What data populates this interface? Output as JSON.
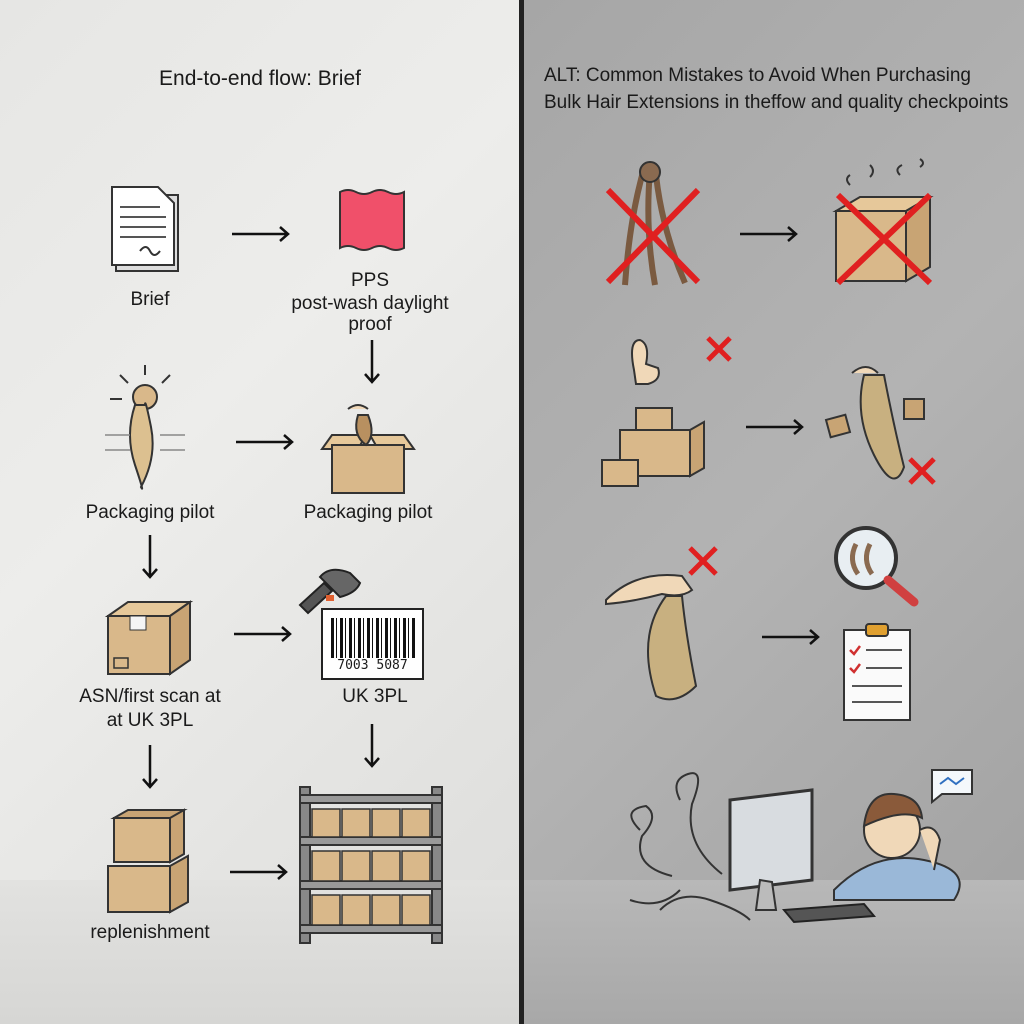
{
  "left": {
    "title": "End-to-end flow: Brief",
    "labels": {
      "brief": "Brief",
      "pps": "PPS",
      "pps_sub": "post-wash daylight",
      "pps_sub2": "proof",
      "pilot_left": "Packaging pilot",
      "pilot_right": "Packaging pilot",
      "asn_line1": "ASN/first scan at",
      "asn_line2": "at UK 3PL",
      "uk3pl": "UK 3PL",
      "replenishment": "replenishment"
    },
    "barcode_number": "7003 5087"
  },
  "right": {
    "title_line1": "ALT: Common Mistakes to Avoid When Purchasing",
    "title_line2": "Bulk Hair Extensions in theffow and quality checkpoints"
  },
  "colors": {
    "mistake_red": "#e02020",
    "swatch": "#f0506a",
    "box": "#d9b88a",
    "divider": "#222222"
  }
}
